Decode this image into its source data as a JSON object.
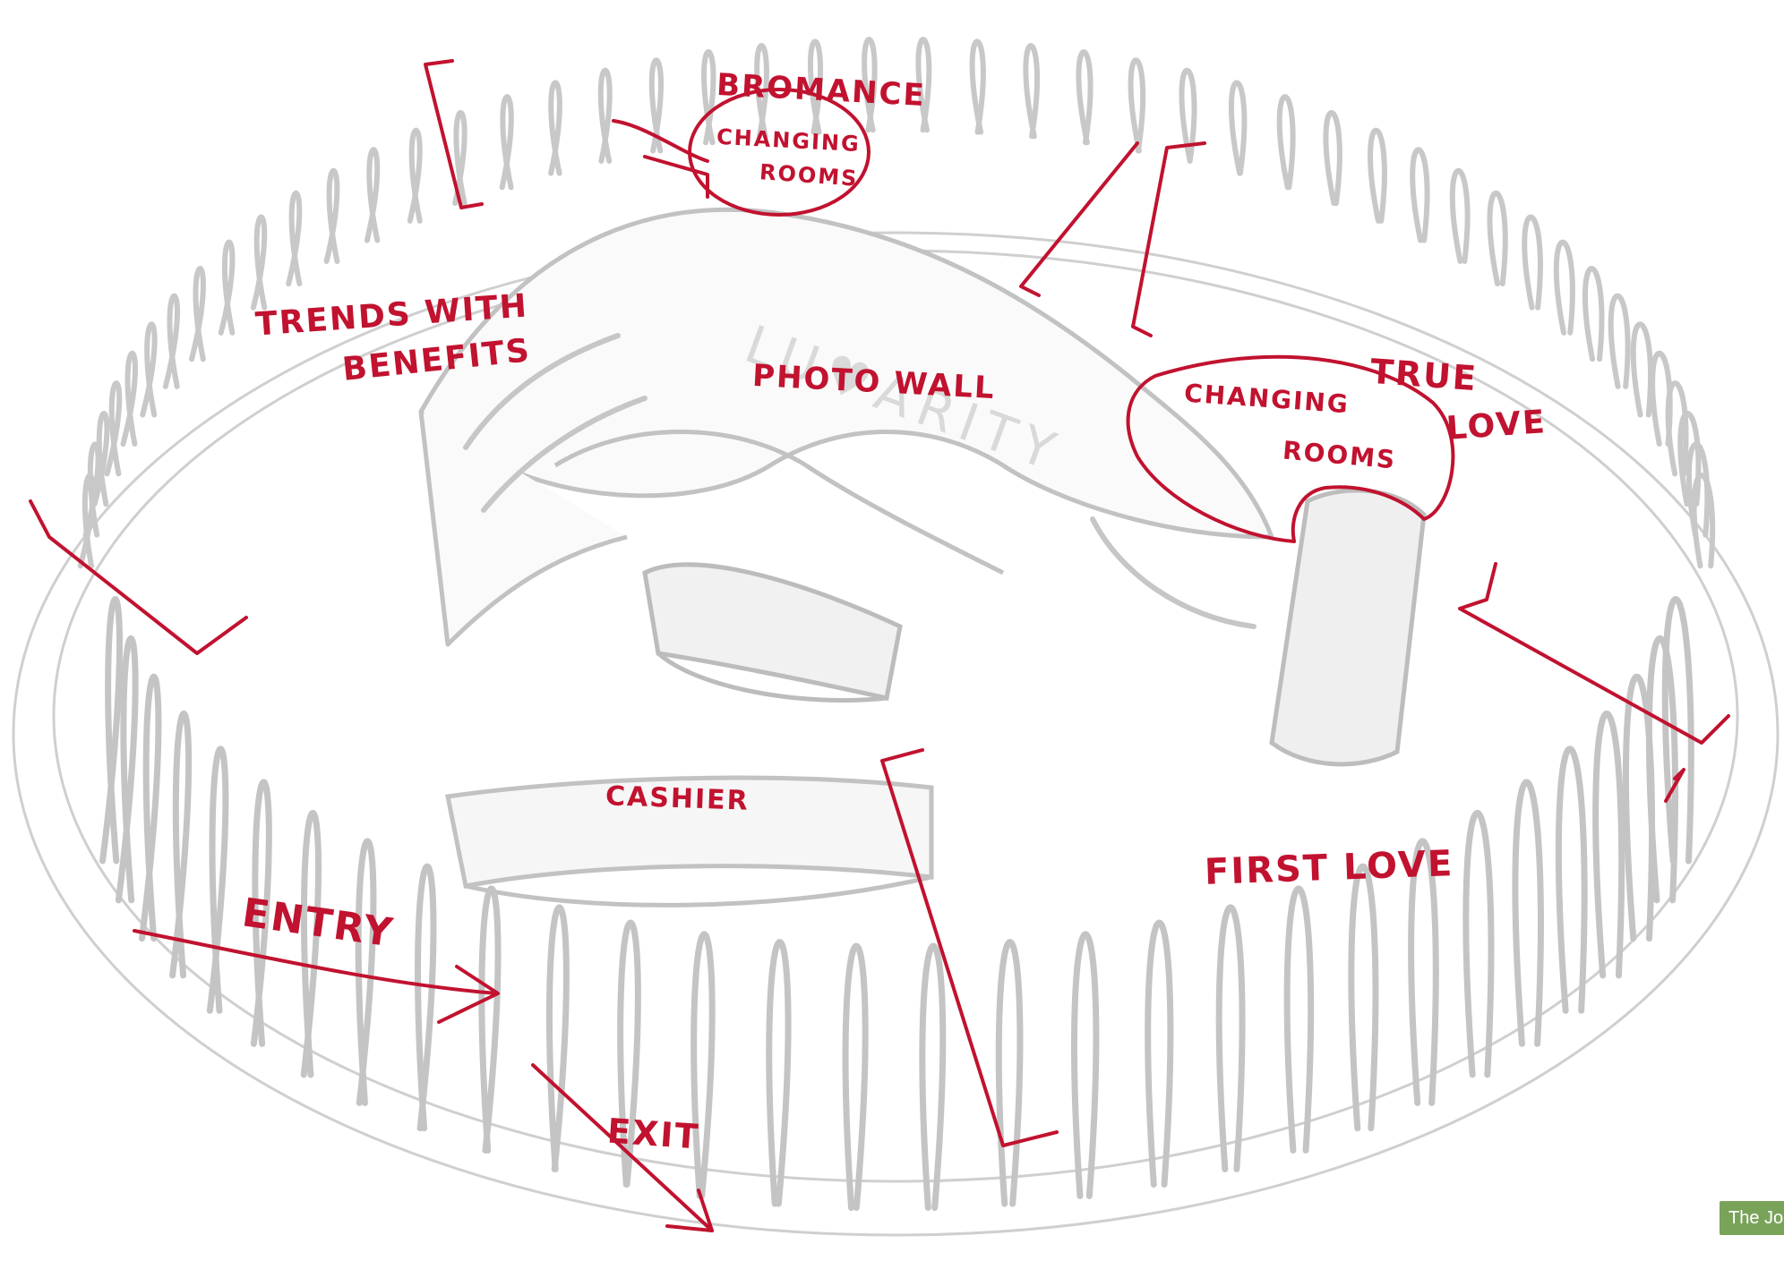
{
  "labels": {
    "bromance": "BROMANCE",
    "changing_rooms_top_line1": "CHANGING",
    "changing_rooms_top_line2": "ROOMS",
    "trends_with_benefits_line1": "TRENDS WITH",
    "trends_with_benefits_line2": "BENEFITS",
    "photo_wall": "PHOTO WALL",
    "true_love_line1": "TRUE",
    "true_love_line2": "LOVE",
    "changing_rooms_right_line1": "CHANGING",
    "changing_rooms_right_line2": "ROOMS",
    "cashier": "CASHIER",
    "entry": "ENTRY",
    "exit": "EXIT",
    "first_love": "FIRST LOVE"
  },
  "watermark": "LU♥ARITY",
  "corner_tab": "The Jo",
  "colors": {
    "annotation": "#c1122f",
    "sketch": "#c8c8c8",
    "tab": "#7aa35a"
  }
}
